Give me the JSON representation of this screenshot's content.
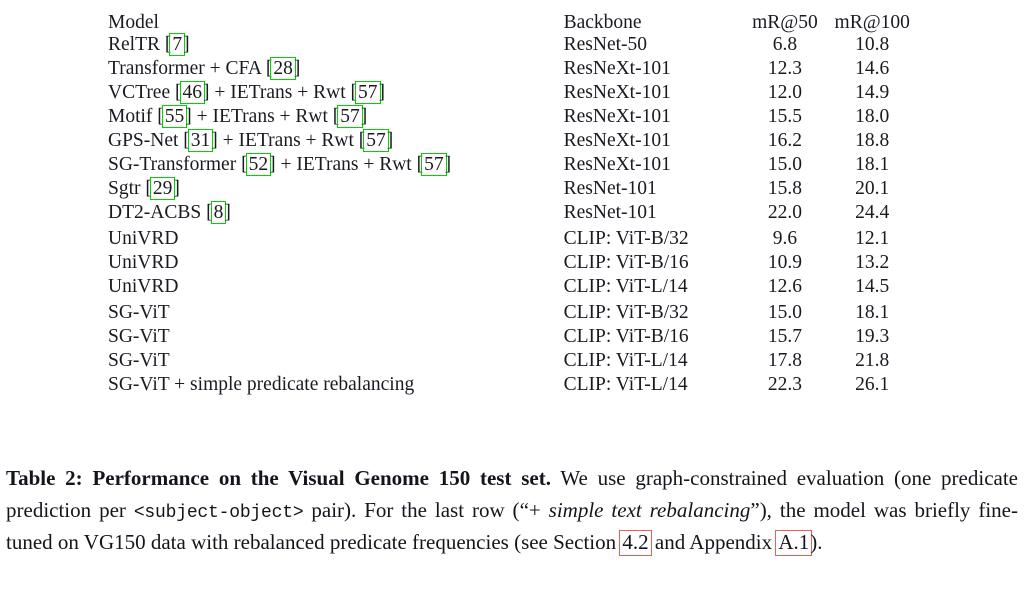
{
  "table": {
    "columns": [
      "Model",
      "Backbone",
      "mR@50",
      "mR@100"
    ],
    "sections": [
      {
        "name": "prior-supervised-methods",
        "rows": [
          {
            "model_parts": [
              {
                "t": "text",
                "v": "RelTR"
              },
              {
                "t": "cite",
                "v": "7"
              }
            ],
            "model_plain": "RelTR [7]",
            "backbone": "ResNet-50",
            "mR50": "6.8",
            "mR100": "10.8",
            "bold": false
          },
          {
            "model_parts": [
              {
                "t": "text",
                "v": "Transformer + CFA"
              },
              {
                "t": "cite",
                "v": "28"
              }
            ],
            "model_plain": "Transformer + CFA [28]",
            "backbone": "ResNeXt-101",
            "mR50": "12.3",
            "mR100": "14.6",
            "bold": false
          },
          {
            "model_parts": [
              {
                "t": "text",
                "v": "VCTree"
              },
              {
                "t": "cite",
                "v": "46"
              },
              {
                "t": "text",
                "v": "+ IETrans + Rwt"
              },
              {
                "t": "cite",
                "v": "57"
              }
            ],
            "model_plain": "VCTree [46] + IETrans + Rwt [57]",
            "backbone": "ResNeXt-101",
            "mR50": "12.0",
            "mR100": "14.9",
            "bold": false
          },
          {
            "model_parts": [
              {
                "t": "text",
                "v": "Motif"
              },
              {
                "t": "cite",
                "v": "55"
              },
              {
                "t": "text",
                "v": "+ IETrans + Rwt"
              },
              {
                "t": "cite",
                "v": "57"
              }
            ],
            "model_plain": "Motif [55] + IETrans + Rwt [57]",
            "backbone": "ResNeXt-101",
            "mR50": "15.5",
            "mR100": "18.0",
            "bold": false
          },
          {
            "model_parts": [
              {
                "t": "text",
                "v": "GPS-Net"
              },
              {
                "t": "cite",
                "v": "31"
              },
              {
                "t": "text",
                "v": "+ IETrans + Rwt"
              },
              {
                "t": "cite",
                "v": "57"
              }
            ],
            "model_plain": "GPS-Net [31] + IETrans + Rwt [57]",
            "backbone": "ResNeXt-101",
            "mR50": "16.2",
            "mR100": "18.8",
            "bold": false
          },
          {
            "model_parts": [
              {
                "t": "text",
                "v": "SG-Transformer"
              },
              {
                "t": "cite",
                "v": "52"
              },
              {
                "t": "text",
                "v": "+ IETrans + Rwt"
              },
              {
                "t": "cite",
                "v": "57"
              }
            ],
            "model_plain": "SG-Transformer [52] + IETrans + Rwt [57]",
            "backbone": "ResNeXt-101",
            "mR50": "15.0",
            "mR100": "18.1",
            "bold": false
          },
          {
            "model_parts": [
              {
                "t": "text",
                "v": "Sgtr"
              },
              {
                "t": "cite",
                "v": "29"
              }
            ],
            "model_plain": "Sgtr [29]",
            "backbone": "ResNet-101",
            "mR50": "15.8",
            "mR100": "20.1",
            "bold": false
          },
          {
            "model_parts": [
              {
                "t": "text",
                "v": "DT2-ACBS"
              },
              {
                "t": "cite",
                "v": "8"
              }
            ],
            "model_plain": "DT2-ACBS [8]",
            "backbone": "ResNet-101",
            "mR50": "22.0",
            "mR100": "24.4",
            "bold": false
          }
        ]
      },
      {
        "name": "univrd-methods",
        "rows": [
          {
            "model_parts": [
              {
                "t": "text",
                "v": "UniVRD"
              }
            ],
            "model_plain": "UniVRD",
            "backbone": "CLIP: ViT-B/32",
            "mR50": "9.6",
            "mR100": "12.1",
            "bold": false
          },
          {
            "model_parts": [
              {
                "t": "text",
                "v": "UniVRD"
              }
            ],
            "model_plain": "UniVRD",
            "backbone": "CLIP: ViT-B/16",
            "mR50": "10.9",
            "mR100": "13.2",
            "bold": false
          },
          {
            "model_parts": [
              {
                "t": "text",
                "v": "UniVRD"
              }
            ],
            "model_plain": "UniVRD",
            "backbone": "CLIP: ViT-L/14",
            "mR50": "12.6",
            "mR100": "14.5",
            "bold": false
          }
        ]
      },
      {
        "name": "sg-vit-methods",
        "rows": [
          {
            "model_parts": [
              {
                "t": "text",
                "v": "SG-ViT"
              }
            ],
            "model_plain": "SG-ViT",
            "backbone": "CLIP: ViT-B/32",
            "mR50": "15.0",
            "mR100": "18.1",
            "bold": false
          },
          {
            "model_parts": [
              {
                "t": "text",
                "v": "SG-ViT"
              }
            ],
            "model_plain": "SG-ViT",
            "backbone": "CLIP: ViT-B/16",
            "mR50": "15.7",
            "mR100": "19.3",
            "bold": false
          },
          {
            "model_parts": [
              {
                "t": "text",
                "v": "SG-ViT"
              }
            ],
            "model_plain": "SG-ViT",
            "backbone": "CLIP: ViT-L/14",
            "mR50": "17.8",
            "mR100": "21.8",
            "bold": false
          },
          {
            "model_parts": [
              {
                "t": "text",
                "v": "SG-ViT + simple predicate rebalancing"
              }
            ],
            "model_plain": "SG-ViT + simple predicate rebalancing",
            "backbone": "CLIP: ViT-L/14",
            "mR50": "22.3",
            "mR100": "26.1",
            "bold": true
          }
        ]
      }
    ]
  },
  "caption": {
    "label": "Table 2:",
    "title": "Performance on the Visual Genome 150 test set.",
    "body_1": "We use graph-constrained evaluation (one predicate prediction per ",
    "code": "<subject-object>",
    "body_2": " pair). For the last row (",
    "quote_open": "“+ ",
    "italic": "simple text rebalancing",
    "quote_close": "”",
    "body_3": "), the model was briefly fine-tuned on VG150 data with rebalanced predicate frequencies (see Section ",
    "ref_section": "4.2",
    "body_4": " and Appendix ",
    "ref_appendix": "A.1",
    "body_5": ")."
  },
  "annotations": {
    "citation_box_color": "#00d400",
    "reference_box_color": "#e8625c",
    "text_color": "#14141c",
    "rule_color": "#000000"
  }
}
